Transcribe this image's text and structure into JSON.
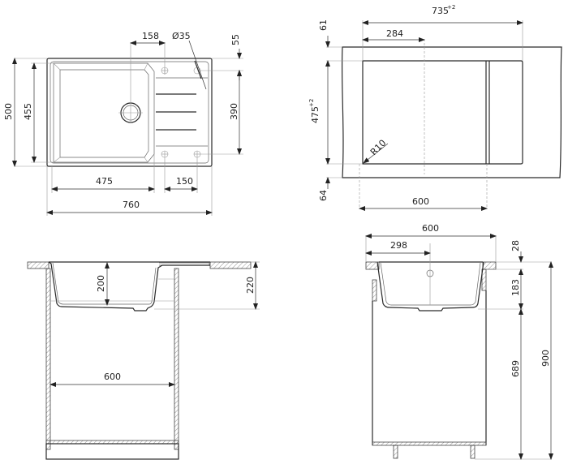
{
  "drawing": {
    "type": "Technical drawing of kitchen sink with dimensions",
    "units": "mm"
  },
  "top_view": {
    "dimensions": {
      "overall_width": "760",
      "overall_depth": "500",
      "bowl_width": "475",
      "bowl_depth": "455",
      "drain_offset": "158",
      "tap_hole_diameter": "Ø35",
      "tap_hole_offset_top": "55",
      "tap_hole_spacing_vertical": "390",
      "tap_hole_spacing_horizontal": "150"
    }
  },
  "cutout_view": {
    "dimensions": {
      "cutout_width": "735",
      "cutout_width_tolerance": "+2",
      "cutout_depth": "475",
      "cutout_depth_tolerance": "+2",
      "drain_center_offset": "284",
      "top_margin": "61",
      "bottom_margin": "64",
      "corner_radius": "R10",
      "cabinet_width": "600"
    }
  },
  "front_section": {
    "dimensions": {
      "bowl_depth": "200",
      "overall_depth": "220",
      "cabinet_width": "600"
    }
  },
  "side_section": {
    "dimensions": {
      "cabinet_width": "600",
      "drain_offset": "298",
      "countertop_thickness": "28",
      "bowl_depth": "183",
      "below_bowl_height": "689",
      "total_height": "900"
    }
  }
}
